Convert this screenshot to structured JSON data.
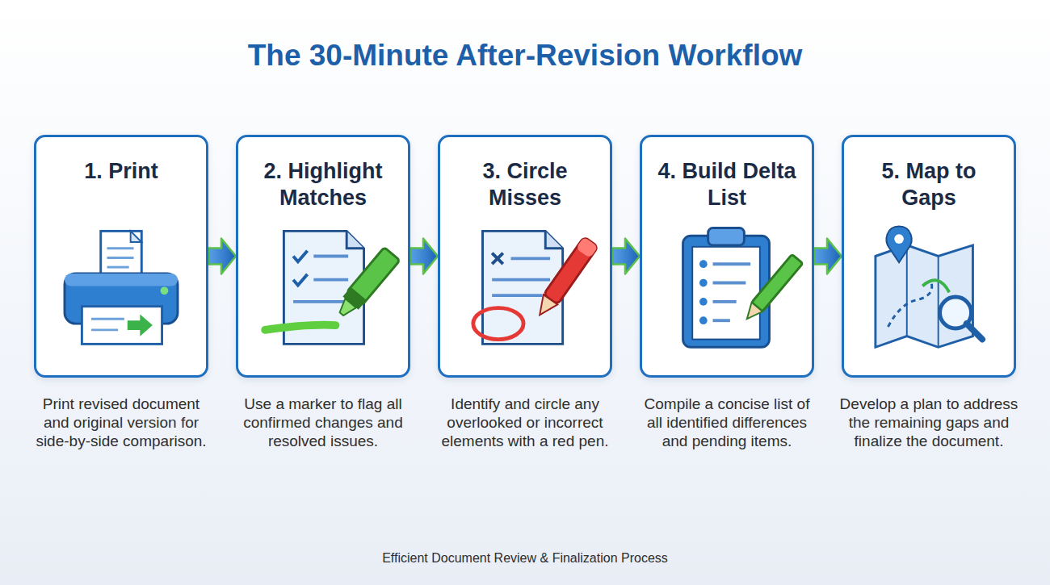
{
  "diagram": {
    "title": "The 30-Minute After-Revision Workflow",
    "caption": "Efficient Document Review & Finalization Process",
    "nodes": [
      {
        "text": [
          "1. Print",
          "Print revised document and original version for side-by-side comparison."
        ]
      },
      {
        "text": [
          "2. Highlight Matches",
          "Use a marker to flag all confirmed changes and resolved issues."
        ]
      },
      {
        "text": [
          "3. Circle Misses",
          "Identify and circle any overlooked or incorrect elements with a red pen."
        ]
      },
      {
        "text": [
          "4. Build Delta List",
          "Compile a concise list of all identified differences and pending items."
        ]
      },
      {
        "text": [
          "5. Map to Gaps",
          "Develop a plan to address the remaining gaps and finalize the document."
        ]
      }
    ],
    "edges": [
      {
        "from": 0,
        "to": 1,
        "arrow": "to"
      },
      {
        "from": 1,
        "to": 2,
        "arrow": "to"
      },
      {
        "from": 2,
        "to": 3,
        "arrow": "to"
      },
      {
        "from": 3,
        "to": 4,
        "arrow": "to"
      }
    ]
  }
}
